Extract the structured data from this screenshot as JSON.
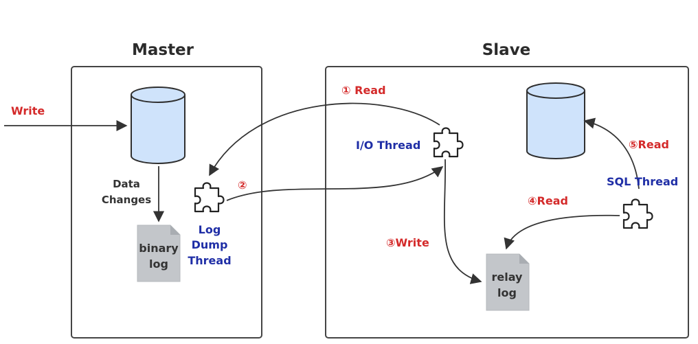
{
  "master": {
    "title": "Master"
  },
  "slave": {
    "title": "Slave"
  },
  "labels": {
    "write": "Write",
    "data_changes_line1": "Data",
    "data_changes_line2": "Changes",
    "binary_log_line1": "binary",
    "binary_log_line2": "log",
    "log_dump_line1": "Log",
    "log_dump_line2": "Dump",
    "log_dump_line3": "Thread",
    "step1_read": "① Read",
    "step2": "②",
    "io_thread": "I/O Thread",
    "step3_write": "③Write",
    "relay_log_line1": "relay",
    "relay_log_line2": "log",
    "step4_read": "④Read",
    "sql_thread": "SQL Thread",
    "step5_read": "⑤Read"
  },
  "colors": {
    "database_fill": "#cfe3fb",
    "database_stroke": "#2f2f2f",
    "document_fill": "#c3c6ca",
    "accent_red": "#d42a2a",
    "accent_blue": "#1f2ea6"
  }
}
